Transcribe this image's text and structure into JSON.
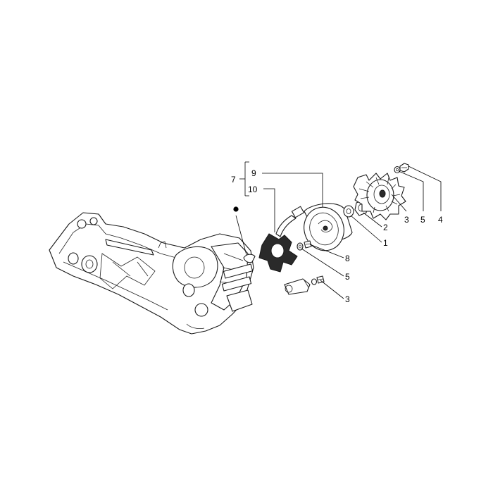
{
  "callouts": {
    "c1": "1",
    "c2": "2",
    "c3a": "3",
    "c3b": "3",
    "c4": "4",
    "c5a": "5",
    "c5b": "5",
    "c7": "7",
    "c8": "8",
    "c9": "9",
    "c10": "10"
  },
  "icons": {
    "marker": "filled-dot-marker"
  },
  "colors": {
    "ink": "#1a1a1a",
    "background": "#ffffff"
  }
}
